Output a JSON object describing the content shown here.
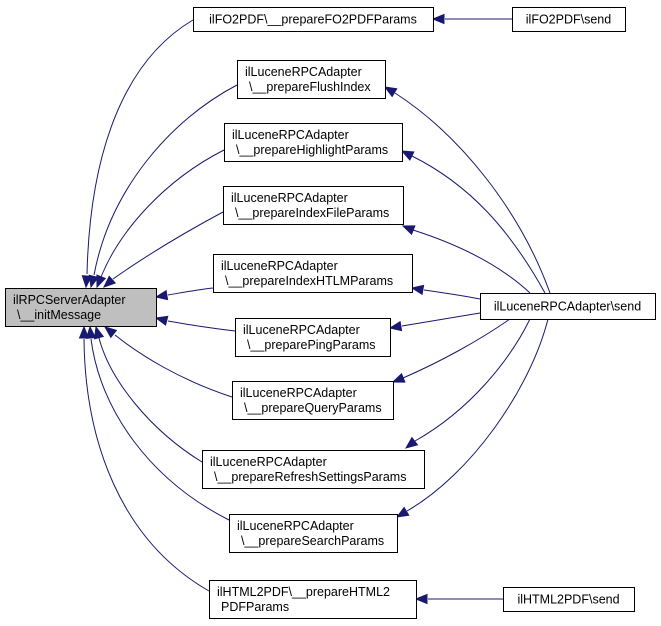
{
  "nodes": {
    "init_message": {
      "lines": [
        "ilRPCServerAdapter",
        "\\__initMessage"
      ]
    },
    "fo2pdf_prepare": {
      "lines": [
        "ilFO2PDF\\__prepareFO2PDFParams"
      ]
    },
    "fo2pdf_send": {
      "lines": [
        "ilFO2PDF\\send"
      ]
    },
    "lucene_flush": {
      "lines": [
        "ilLuceneRPCAdapter",
        "\\__prepareFlushIndex"
      ]
    },
    "lucene_highlight": {
      "lines": [
        "ilLuceneRPCAdapter",
        "\\__prepareHighlightParams"
      ]
    },
    "lucene_indexfile": {
      "lines": [
        "ilLuceneRPCAdapter",
        "\\__prepareIndexFileParams"
      ]
    },
    "lucene_indexhtlm": {
      "lines": [
        "ilLuceneRPCAdapter",
        "\\__prepareIndexHTLMParams"
      ]
    },
    "lucene_ping": {
      "lines": [
        "ilLuceneRPCAdapter",
        "\\__preparePingParams"
      ]
    },
    "lucene_query": {
      "lines": [
        "ilLuceneRPCAdapter",
        "\\__prepareQueryParams"
      ]
    },
    "lucene_refresh": {
      "lines": [
        "ilLuceneRPCAdapter",
        "\\__prepareRefreshSettingsParams"
      ]
    },
    "lucene_search": {
      "lines": [
        "ilLuceneRPCAdapter",
        "\\__prepareSearchParams"
      ]
    },
    "html2pdf_prepare": {
      "lines": [
        "ilHTML2PDF\\__prepareHTML2",
        "PDFParams"
      ]
    },
    "lucene_send": {
      "lines": [
        "ilLuceneRPCAdapter\\send"
      ]
    },
    "html2pdf_send": {
      "lines": [
        "ilHTML2PDF\\send"
      ]
    }
  },
  "colors": {
    "edge": "#191970",
    "focus_fill": "#bfbfbf",
    "node_fill": "#ffffff",
    "node_stroke": "#000000"
  }
}
